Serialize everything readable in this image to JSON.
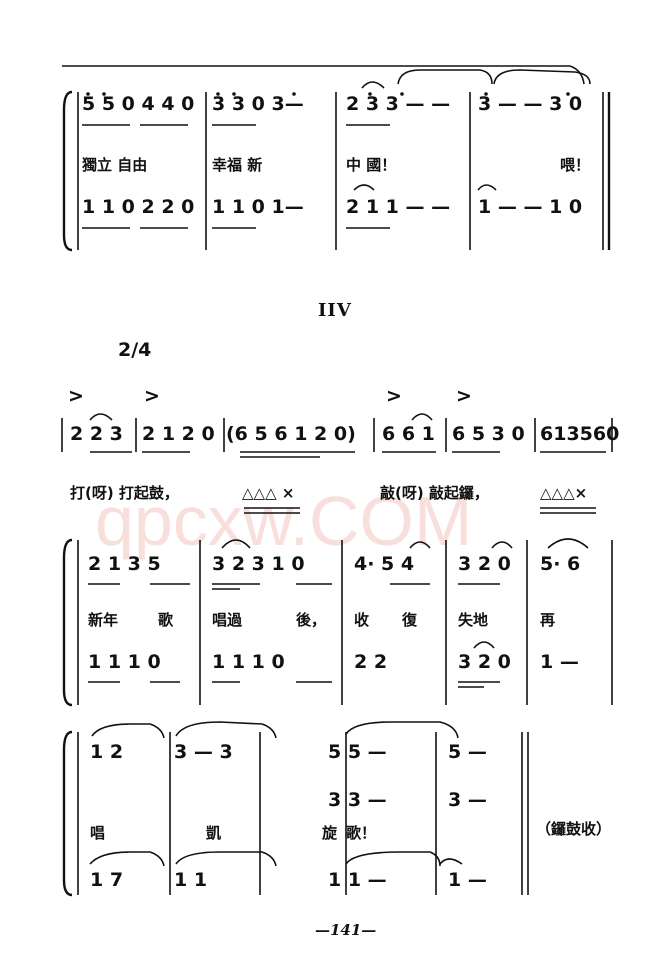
{
  "section_marker": "IIV",
  "time_signature": "2/4",
  "watermark": "qpcxw.COM",
  "page_number": "—141—",
  "system1": {
    "melody": [
      "5 5 0 4 4 0",
      "3 3  0  3—",
      "2 3  3 — —",
      "3 — — 3 0"
    ],
    "lyrics": [
      "獨立 自由",
      "幸福 新",
      "中 國！",
      "喂！"
    ],
    "bass": [
      "1 1 0 2 2 0",
      "1 1  0  1—",
      "2 1  1 — —",
      "1 — — 1 0"
    ]
  },
  "system2": {
    "melody": [
      "2 2 3",
      "2 1 2 0",
      "(6 5 6 1 2 0)",
      "6 6 1",
      "6 5 3 0",
      "613560"
    ],
    "lyrics": [
      "打(呀) 打起鼓，",
      "△△△ ×",
      "敲(呀) 敲起鑼，",
      "△△△×"
    ]
  },
  "system3": {
    "melody": [
      "2 1  3 5",
      "3 2 3  1 0",
      "4· 5 4",
      "3 2 0",
      "5· 6"
    ],
    "lyrics": [
      "新年",
      "歌",
      "唱過",
      "後，",
      "收",
      "復",
      "失地",
      "再"
    ],
    "bass": [
      "1 1  1 0",
      "1 1  1 0",
      "2  2",
      "3 2 0",
      "1 —"
    ]
  },
  "system4": {
    "melody_top": [
      "1  2",
      "3 —  3",
      "5 5 —",
      "5 —"
    ],
    "melody_mid": [
      "3 3 —",
      "3 —"
    ],
    "lyrics": [
      "唱",
      "凱",
      "旋",
      "歌！"
    ],
    "bass": [
      "1  7",
      "1  1",
      "1 1 —",
      "1 —"
    ],
    "note": "（鑼鼓收）"
  }
}
